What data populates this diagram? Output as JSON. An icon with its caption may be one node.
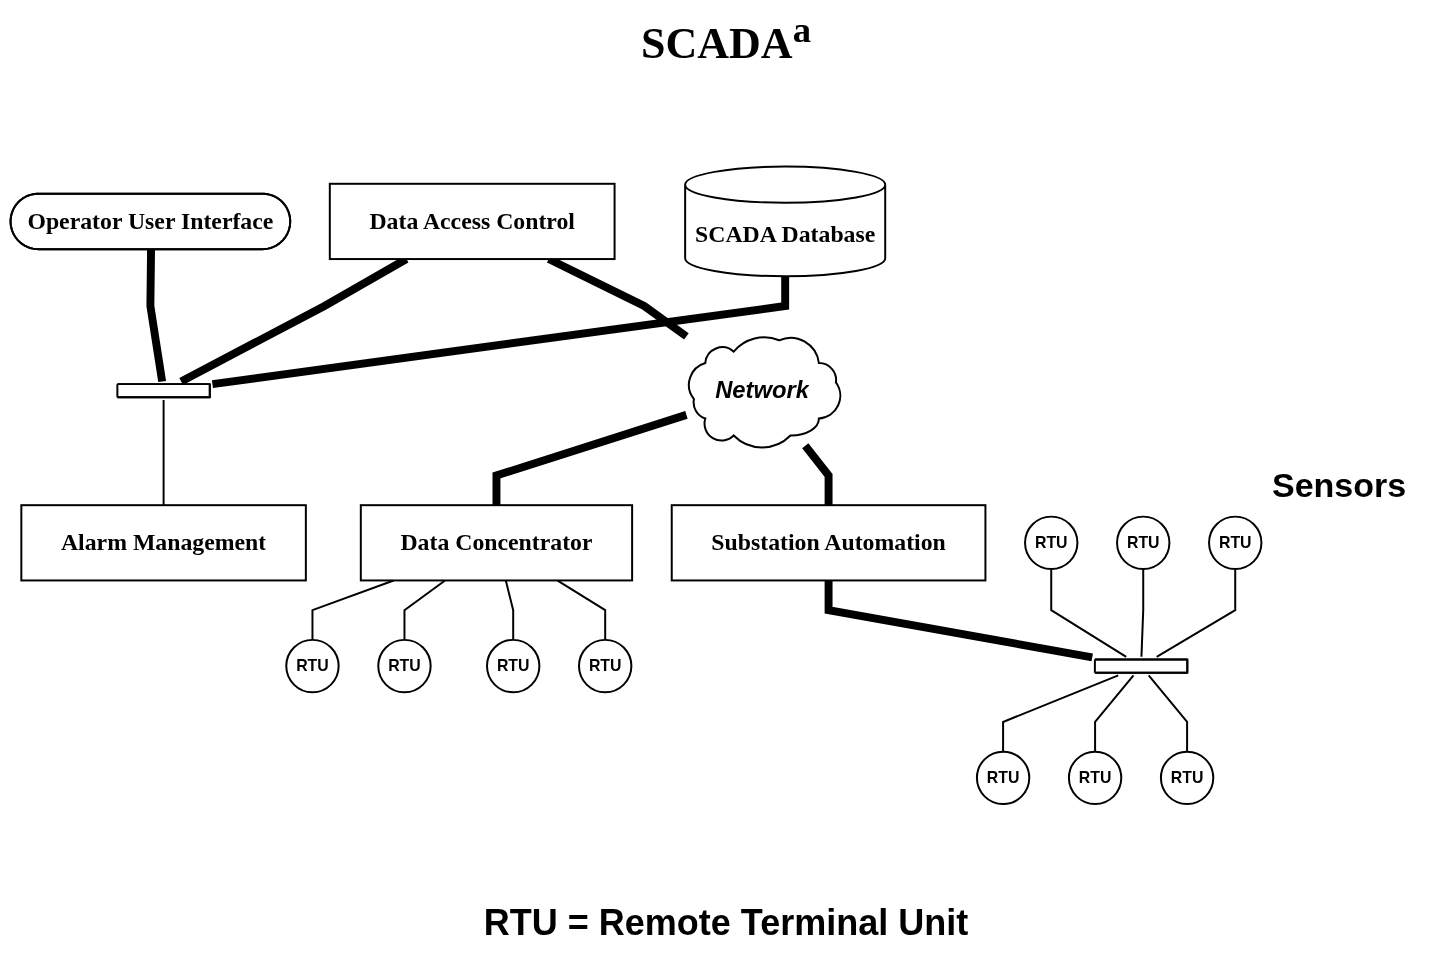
{
  "diagram": {
    "title": "SCADA$^{a}$",
    "caption": "RTU = Remote Terminal Unit",
    "nodes": [
      {
        "text": [
          "Network"
        ]
      },
      {
        "text": [
          "Operator User Interface"
        ]
      },
      {
        "text": [
          "SCADA Database"
        ]
      },
      {
        "text": [
          "Data Access Control"
        ]
      },
      {
        "text": [
          "Data Concentrator"
        ]
      },
      {
        "text": [
          "RTU"
        ]
      },
      {
        "text": [
          "RTU"
        ]
      },
      {
        "text": [],
        "shape": "bar"
      },
      {
        "text": [
          "Substation Automation"
        ]
      },
      {
        "text": [
          "Alarm Management"
        ]
      },
      {
        "text": [
          "RTU"
        ]
      },
      {
        "text": [
          "RTU"
        ]
      },
      {
        "text": [
          "RTU"
        ]
      },
      {
        "text": [
          "RTU"
        ]
      },
      {
        "text": [],
        "shape": "bar"
      },
      {
        "text": [
          "RTU"
        ]
      },
      {
        "text": [
          "RTU"
        ]
      },
      {
        "text": [
          "RTU"
        ]
      },
      {
        "text": [
          "RTU"
        ]
      }
    ],
    "edges": [
      {
        "from": 1,
        "to": 7,
        "arrow": "none",
        "style": "thick"
      },
      {
        "from": 2,
        "to": 7,
        "arrow": "none",
        "style": "thick"
      },
      {
        "from": 3,
        "to": 7,
        "arrow": "none",
        "style": "thick"
      },
      {
        "from": 7,
        "to": 9,
        "arrow": "none"
      },
      {
        "from": 3,
        "to": 0,
        "arrow": "none",
        "style": "thick"
      },
      {
        "from": 0,
        "to": 4,
        "arrow": "none",
        "style": "thick"
      },
      {
        "from": 0,
        "to": 8,
        "arrow": "none",
        "style": "thick"
      },
      {
        "from": 4,
        "to": 5,
        "arrow": "none"
      },
      {
        "from": 4,
        "to": 6,
        "arrow": "none"
      },
      {
        "from": 4,
        "to": 10,
        "arrow": "none"
      },
      {
        "from": 4,
        "to": 15,
        "arrow": "none"
      },
      {
        "from": 8,
        "to": 14,
        "arrow": "none",
        "style": "thick"
      },
      {
        "from": 11,
        "to": 14,
        "arrow": "none"
      },
      {
        "from": 12,
        "to": 14,
        "arrow": "none"
      },
      {
        "from": 13,
        "to": 14,
        "arrow": "none"
      },
      {
        "from": 14,
        "to": 16,
        "arrow": "none"
      },
      {
        "from": 14,
        "to": 17,
        "arrow": "none"
      },
      {
        "from": 14,
        "to": 18,
        "arrow": "none"
      }
    ],
    "labels": [
      "Sensors"
    ]
  }
}
